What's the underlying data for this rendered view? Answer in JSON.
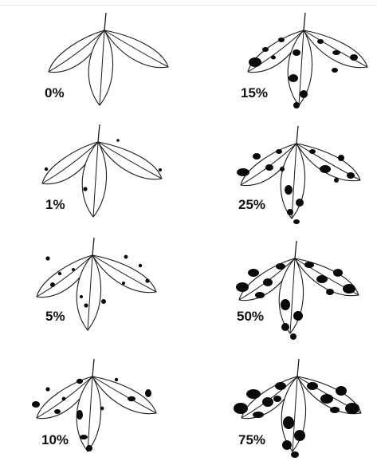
{
  "severity_panels": [
    {
      "id": "s0",
      "label": "0%",
      "column": "left"
    },
    {
      "id": "s1",
      "label": "1%",
      "column": "left"
    },
    {
      "id": "s5",
      "label": "5%",
      "column": "left"
    },
    {
      "id": "s10",
      "label": "10%",
      "column": "left"
    },
    {
      "id": "s15",
      "label": "15%",
      "column": "right"
    },
    {
      "id": "s25",
      "label": "25%",
      "column": "right"
    },
    {
      "id": "s50",
      "label": "50%",
      "column": "right"
    },
    {
      "id": "s75",
      "label": "75%",
      "column": "right"
    }
  ],
  "colors": {
    "leaf_outline": "#1b1b1b",
    "lesion": "#0a0a0a",
    "background": "#ffffff"
  }
}
